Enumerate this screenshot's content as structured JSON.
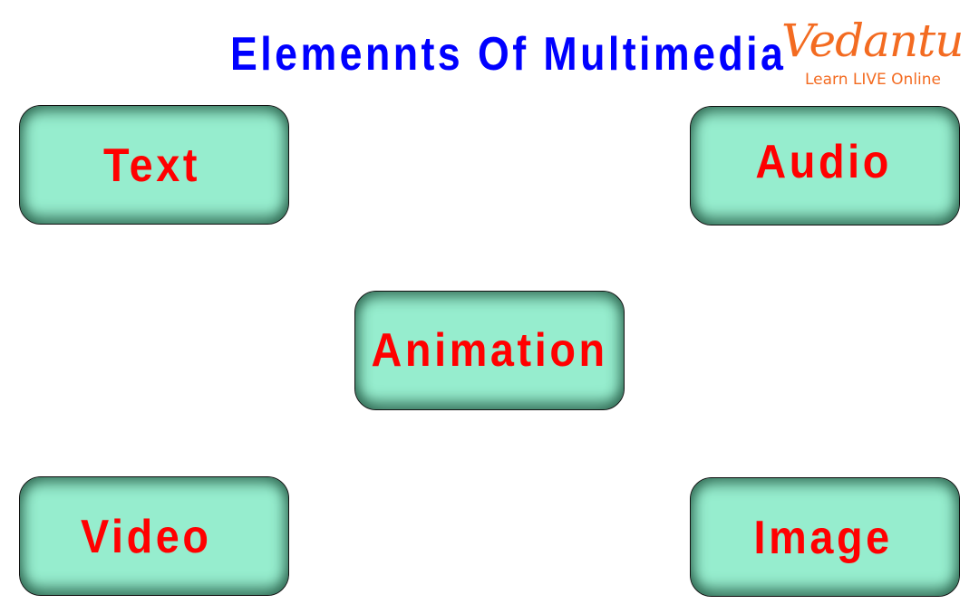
{
  "title": "Elemennts Of Multimedia",
  "logo": {
    "brand": "Vedantu",
    "tagline": "Learn LIVE Online",
    "color": "#f36b21"
  },
  "colors": {
    "title": "#0000ff",
    "box_fill": "#96edce",
    "box_label": "#ff0000"
  },
  "elements": [
    {
      "label": "Text"
    },
    {
      "label": "Audio"
    },
    {
      "label": "Animation"
    },
    {
      "label": "Video"
    },
    {
      "label": "Image"
    }
  ]
}
